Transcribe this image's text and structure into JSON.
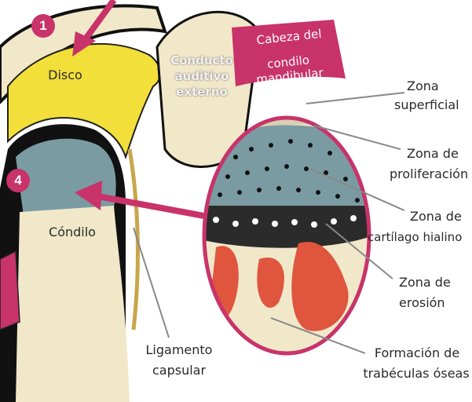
{
  "colors": {
    "accent_magenta": "#c8336a",
    "disc_yellow": "#f2df3a",
    "condyle_teal": "#7b9ba2",
    "bone_cream": "#f1e8c9",
    "erosion_red": "#e0553e",
    "line_gray": "#888888"
  },
  "badges": {
    "one": "1",
    "four": "4"
  },
  "labels": {
    "disco": "Disco",
    "condilo": "Cóndilo",
    "conducto_line1": "Conducto",
    "conducto_line2": "auditivo",
    "conducto_line3": "externo",
    "cabeza_line1": "Cabeza del",
    "cabeza_line2": "condilo mandibular",
    "zona_superficial_line1": "Zona",
    "zona_superficial_line2": "superficial",
    "zona_proliferacion_line1": "Zona de",
    "zona_proliferacion_line2": "proliferación",
    "zona_cartilago_line1": "Zona de",
    "zona_cartilago_line2": "cartílago hialino",
    "zona_erosion_line1": "Zona de",
    "zona_erosion_line2": "erosión",
    "trabeculas_line1": "Formación de",
    "trabeculas_line2": "trabéculas óseas",
    "ligamento_line1": "Ligamento",
    "ligamento_line2": "capsular"
  }
}
